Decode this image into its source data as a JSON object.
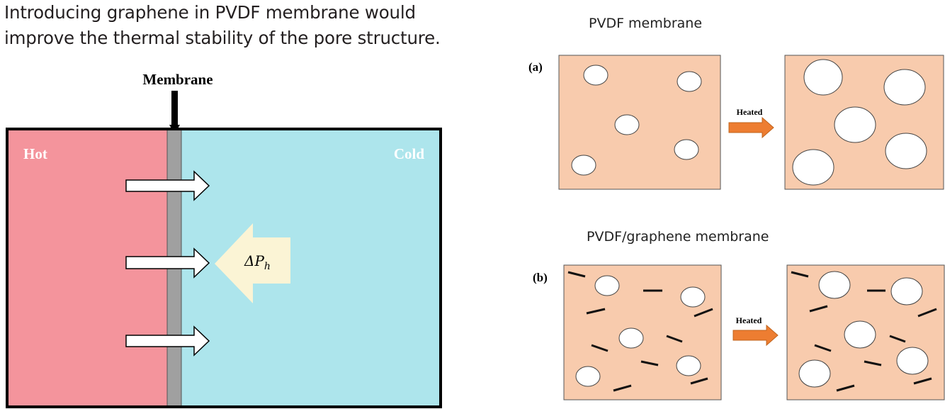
{
  "caption": "Introducing graphene in PVDF membrane would\nimprove the thermal stability of the pore structure.",
  "left_diagram": {
    "membrane_label": "Membrane",
    "hot_label": "Hot",
    "cold_label": "Cold",
    "pressure_symbol": "ΔP",
    "pressure_subscript": "h",
    "colors": {
      "hot": "#f4949c",
      "cold": "#ade5ec",
      "membrane": "#a0a0a0",
      "pressure_arrow": "#fbf4d5",
      "flux_arrow": "#ffffff"
    }
  },
  "right_diagram": {
    "panel_a": {
      "title": "PVDF membrane",
      "label": "(a)",
      "arrow_label": "Heated"
    },
    "panel_b": {
      "title": "PVDF/graphene membrane",
      "label": "(b)",
      "arrow_label": "Heated"
    },
    "colors": {
      "membrane_fill": "#f8cbad",
      "pore": "#ffffff",
      "heated_arrow": "#ed7d31",
      "graphene": "#111111"
    }
  }
}
